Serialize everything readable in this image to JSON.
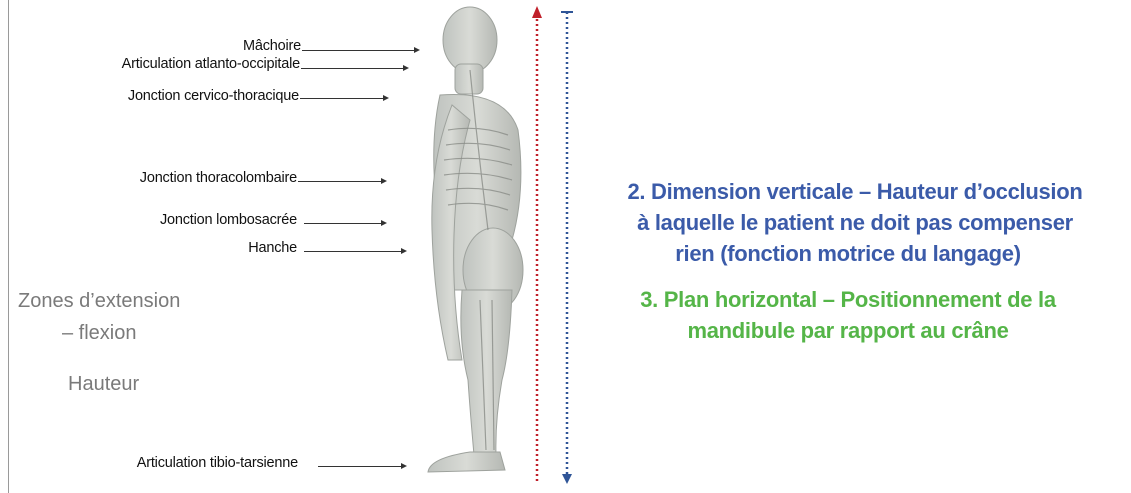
{
  "labels": {
    "jaw": "Mâchoire",
    "atlanto": "Articulation atlanto-occipitale",
    "cervico": "Jonction cervico-thoracique",
    "thoraco": "Jonction thoracolombaire",
    "lombo": "Jonction lombosacrée",
    "hip": "Hanche",
    "ankle": "Articulation tibio-tarsienne"
  },
  "zones": {
    "extension_line1": "Zones d’extension",
    "extension_line2": "– flexion",
    "height": "Hauteur"
  },
  "vertical_dimension": {
    "line1": "2. Dimension verticale – Hauteur d’occlusion",
    "line2": "à laquelle le patient ne doit pas compenser",
    "line3": "rien (fonction motrice du langage)"
  },
  "horizontal_plane": {
    "line1": "3. Plan horizontal – Positionnement de la",
    "line2": "mandibule par rapport au crâne"
  },
  "colors": {
    "blue_text": "#3b5ba9",
    "green_text": "#55b548",
    "red_arrow": "#c0202a",
    "blue_arrow": "#2f5597"
  }
}
